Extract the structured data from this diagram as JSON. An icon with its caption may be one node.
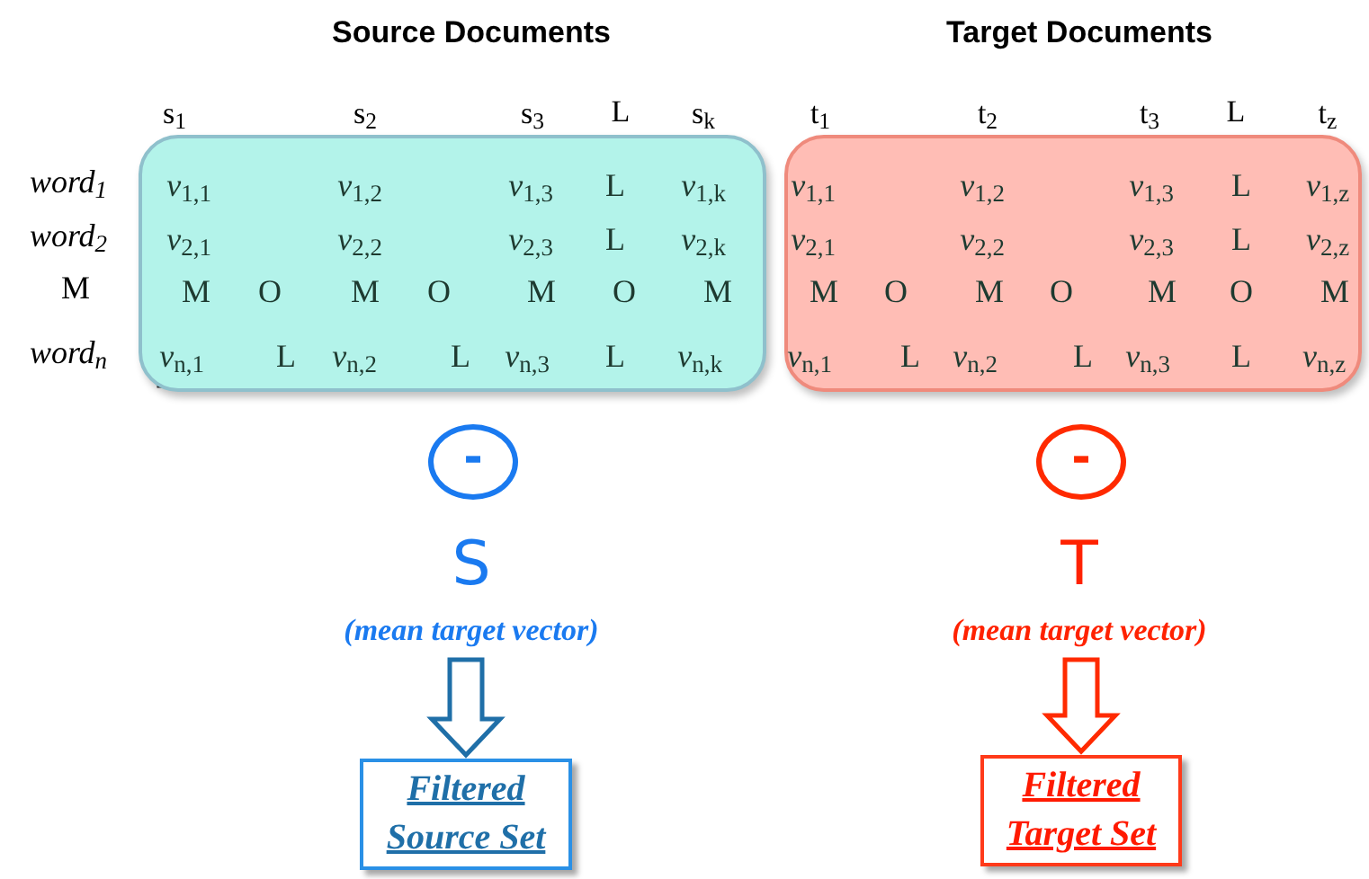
{
  "diagram": {
    "nodes": [
      {
        "text": [
          "*v*$_{1,1}$",
          "*v*$_{1,2}$",
          "*v*$_{1,3}$",
          "L",
          "*v*$_{1,k}$",
          "*v*$_{2,1}$",
          "*v*$_{2,2}$",
          "*v*$_{2,3}$",
          "L",
          "*v*$_{2,k}$",
          "M",
          "O",
          "M",
          "O",
          "M",
          "O",
          "M",
          "*v*$_{n,1}$",
          "L",
          "*v*$_{n,2}$",
          "L",
          "*v*$_{n,3}$",
          "L",
          "*v*$_{n,k}$"
        ]
      },
      {
        "text": [
          "*v*$_{1,1}$",
          "*v*$_{1,2}$",
          "*v*$_{1,3}$",
          "L",
          "*v*$_{1,z}$",
          "*v*$_{2,1}$",
          "*v*$_{2,2}$",
          "*v*$_{2,3}$",
          "L",
          "*v*$_{2,z}$",
          "M",
          "O",
          "M",
          "O",
          "M",
          "O",
          "M",
          "*v*$_{n,1}$",
          "L",
          "*v*$_{n,2}$",
          "L",
          "*v*$_{n,3}$",
          "L",
          "*v*$_{n,z}$"
        ]
      },
      {
        "text": [
          "-"
        ]
      },
      {
        "text": [
          "-"
        ]
      },
      {
        "text": [
          "S",
          "(mean target vector)"
        ]
      },
      {
        "text": [
          "T",
          "(mean target vector)"
        ]
      },
      {
        "text": [
          "Filtered Source Set"
        ]
      },
      {
        "text": [
          "Filtered Target Set"
        ]
      }
    ],
    "edges": [
      {
        "from": 4,
        "to": 6,
        "arrow": "to",
        "color": "#1f6fa8"
      },
      {
        "from": 5,
        "to": 7,
        "arrow": "to",
        "color": "#ff2a00"
      }
    ],
    "labels": [
      "Source Documents",
      "Target Documents",
      "s$_{1}$",
      "s$_{2}$",
      "s$_{3}$",
      "L",
      "s$_{k}$",
      "t$_{1}$",
      "t$_{2}$",
      "t$_{3}$",
      "L",
      "t$_{z}$",
      "word$_{1}$",
      "word$_{2}$",
      "M",
      "word$_{n}$"
    ]
  }
}
